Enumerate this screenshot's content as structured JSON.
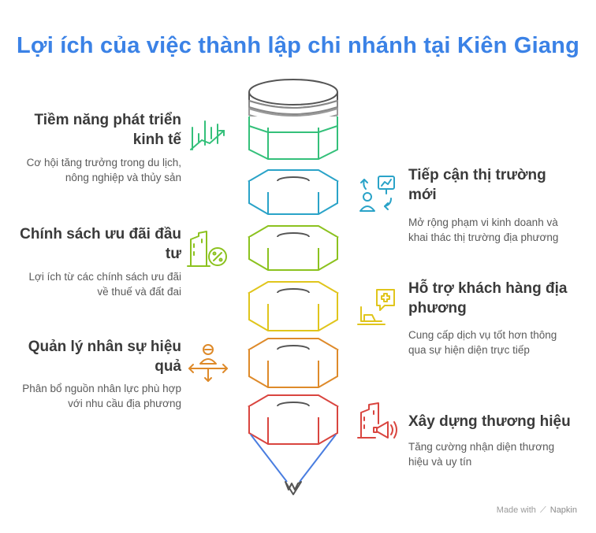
{
  "title": "Lợi ích của việc thành lập chi nhánh tại Kiên Giang",
  "items": [
    {
      "title": "Tiềm năng phát triển kinh tế",
      "desc": "Cơ hội tăng trưởng trong du lịch, nông nghiệp và thủy sản",
      "icon": "growth-chart-icon",
      "color": "#34c07a",
      "side": "left"
    },
    {
      "title": "Tiếp cận thị trường mới",
      "desc": "Mở rộng phạm vi kinh doanh và khai thác thị trường địa phương",
      "icon": "presentation-person-icon",
      "color": "#2aa3c8",
      "side": "right"
    },
    {
      "title": "Chính sách ưu đãi đầu tư",
      "desc": "Lợi ích từ các chính sách ưu đãi về thuế và đất đai",
      "icon": "tax-building-icon",
      "color": "#8cc21f",
      "side": "left"
    },
    {
      "title": "Hỗ trợ khách hàng địa phương",
      "desc": "Cung cấp dịch vụ tốt hơn thông qua sự hiện diện trực tiếp",
      "icon": "support-chat-icon",
      "color": "#e0c51c",
      "side": "right"
    },
    {
      "title": "Quản lý nhân sự hiệu quả",
      "desc": "Phân bổ nguồn nhân lực phù hợp với nhu cầu địa phương",
      "icon": "person-arrows-icon",
      "color": "#de8a2a",
      "side": "left"
    },
    {
      "title": "Xây dựng thương hiệu",
      "desc": "Tăng cường nhận diện thương hiệu và uy tín",
      "icon": "megaphone-building-icon",
      "color": "#d9453f",
      "side": "right"
    }
  ],
  "colors": {
    "title": "#3b82e6",
    "cone": "#4a7ee0",
    "top_gray": "#6e6e6e"
  },
  "footer": {
    "made_with": "Made with",
    "brand": "Napkin"
  }
}
